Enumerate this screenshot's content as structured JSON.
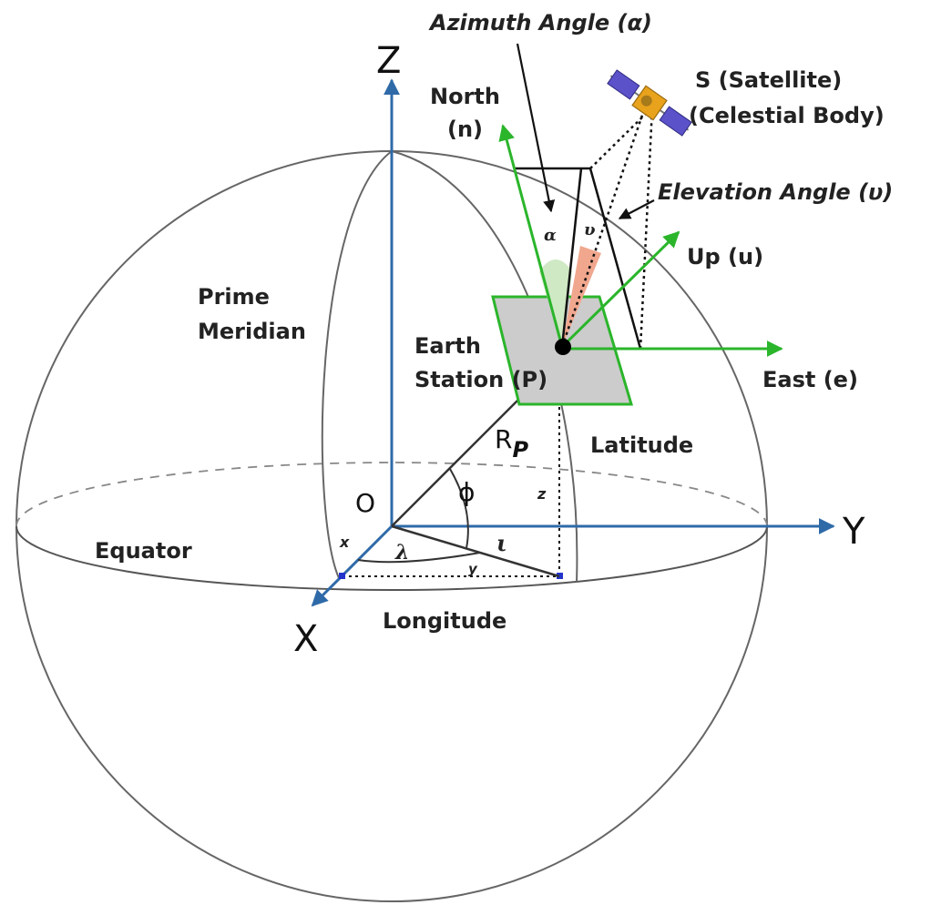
{
  "labels": {
    "axis_z": "Z",
    "axis_y": "Y",
    "axis_x": "X",
    "origin": "O",
    "azimuth": "Azimuth Angle (α)",
    "satellite_line1": "S (Satellite)",
    "satellite_line2": "(Celestial Body)",
    "north_line1": "North",
    "north_line2": "(n)",
    "elevation": "Elevation Angle (υ)",
    "up": "Up (u)",
    "east": "East (e)",
    "prime_line1": "Prime",
    "prime_line2": "Meridian",
    "earth_line1": "Earth",
    "earth_line2": "Station (P)",
    "rp_main": "R",
    "rp_sub": "P",
    "latitude": "Latitude",
    "phi": "ϕ",
    "z_small": "z",
    "equator": "Equator",
    "x_small": "x",
    "lambda": "λ",
    "i_small": "ι",
    "y_small": "y",
    "longitude": "Longitude",
    "alpha": "α",
    "upsilon": "υ"
  },
  "colors": {
    "axis": "#2f6aa8",
    "enu": "#2bb52b",
    "sphere": "#666666",
    "plane_fill": "#cccccc",
    "azimuth_wedge": "#cfe9c4",
    "elevation_wedge": "#f0a78e",
    "satellite_body": "#e8a21c",
    "satellite_panel": "#5b52c9"
  },
  "icons": {
    "satellite": "satellite-icon",
    "station": "earth-station-dot"
  }
}
